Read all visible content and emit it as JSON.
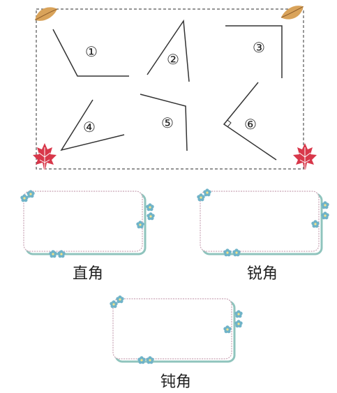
{
  "angles": [
    {
      "label": "①"
    },
    {
      "label": "②"
    },
    {
      "label": "③"
    },
    {
      "label": "④"
    },
    {
      "label": "⑤"
    },
    {
      "label": "⑥"
    }
  ],
  "categories": [
    {
      "label": "直角"
    },
    {
      "label": "锐角"
    },
    {
      "label": "钝角"
    }
  ],
  "colors": {
    "line": "#333333",
    "dashed_border": "#555555",
    "box_border": "#c9a4b4",
    "box_shadow": "#8fc4bd",
    "flower": "#6fb3c8",
    "flower_center": "#f2e38a",
    "maple_leaf": "#d8374a",
    "corner_leaf": "#d9a35a"
  },
  "icons": [
    "maple-leaf-icon",
    "autumn-leaf-icon",
    "flower-icon"
  ]
}
